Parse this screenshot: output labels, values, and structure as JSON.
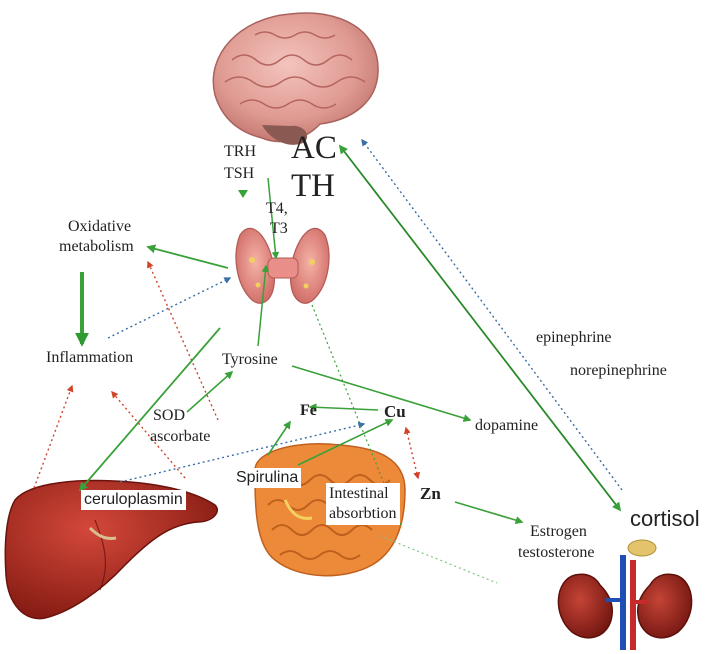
{
  "labels": {
    "trh": "TRH",
    "tsh": "TSH",
    "acth_1": "AC",
    "acth_2": "TH",
    "t4": "T4,",
    "t3": "T3",
    "oxidative_1": "Oxidative",
    "oxidative_2": "metabolism",
    "inflammation": "Inflammation",
    "tyrosine": "Tyrosine",
    "epinephrine": "epinephrine",
    "norepinephrine": "norepinephrine",
    "sod": "SOD",
    "ascorbate": "ascorbate",
    "fe": "Fe",
    "cu": "Cu",
    "dopamine": "dopamine",
    "zn": "Zn",
    "spirulina": "Spirulina",
    "intestinal_1": "Intestinal",
    "intestinal_2": "absorbtion",
    "ceruloplasmin": "ceruloplasmin",
    "estrogen_1": "Estrogen",
    "estrogen_2": "testosterone",
    "cortisol": "cortisol"
  },
  "colors": {
    "green_arrow": "#3aa13a",
    "dark_green_arrow": "#2a8a2a",
    "blue_dotted": "#3a6ea8",
    "red_dotted": "#d0452a",
    "brain": "#e3a0a0",
    "thyroid": "#e48a8a",
    "liver": "#a8281e",
    "intestine": "#e8752a",
    "kidney": "#9b2420",
    "adrenal": "#e0c060"
  },
  "icons": [
    "brain-icon",
    "thyroid-icon",
    "liver-icon",
    "intestine-icon",
    "kidney-icon"
  ]
}
